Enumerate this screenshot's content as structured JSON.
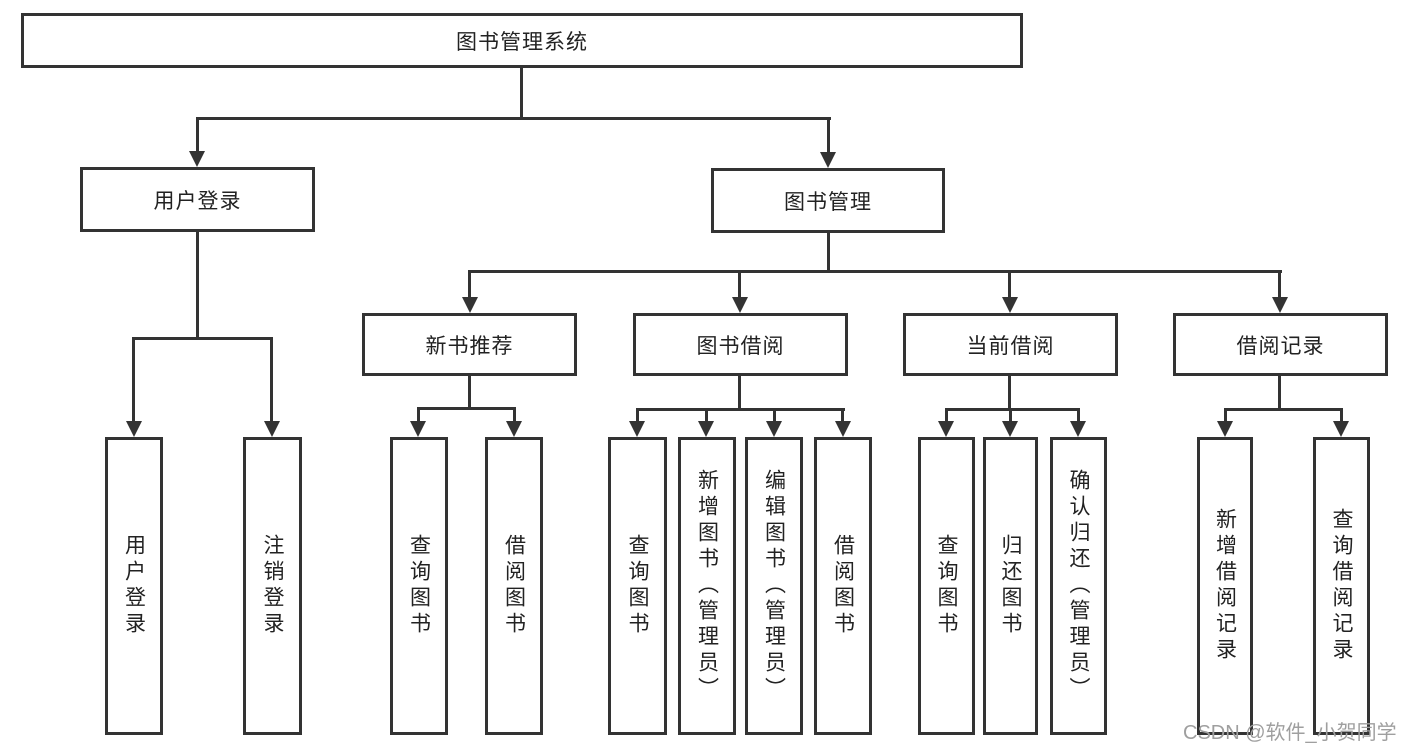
{
  "diagram_title": "图书管理系统",
  "tree": {
    "root": {
      "label": "图书管理系统"
    },
    "branches": [
      {
        "label": "用户登录",
        "children": [
          "用户登录",
          "注销登录"
        ]
      },
      {
        "label": "图书管理",
        "sections": [
          {
            "label": "新书推荐",
            "children": [
              "查询图书",
              "借阅图书"
            ]
          },
          {
            "label": "图书借阅",
            "children": [
              "查询图书",
              "新增图书（管理员）",
              "编辑图书（管理员）",
              "借阅图书"
            ]
          },
          {
            "label": "当前借阅",
            "children": [
              "查询图书",
              "归还图书",
              "确认归还（管理员）"
            ]
          },
          {
            "label": "借阅记录",
            "children": [
              "新增借阅记录",
              "查询借阅记录"
            ]
          }
        ]
      }
    ]
  },
  "watermark": {
    "text": "CSDN @软件_小贺同学"
  },
  "colors": {
    "line": "#333333",
    "text": "#222222",
    "background": "#ffffff",
    "watermark_text": "#9f9f9f"
  }
}
